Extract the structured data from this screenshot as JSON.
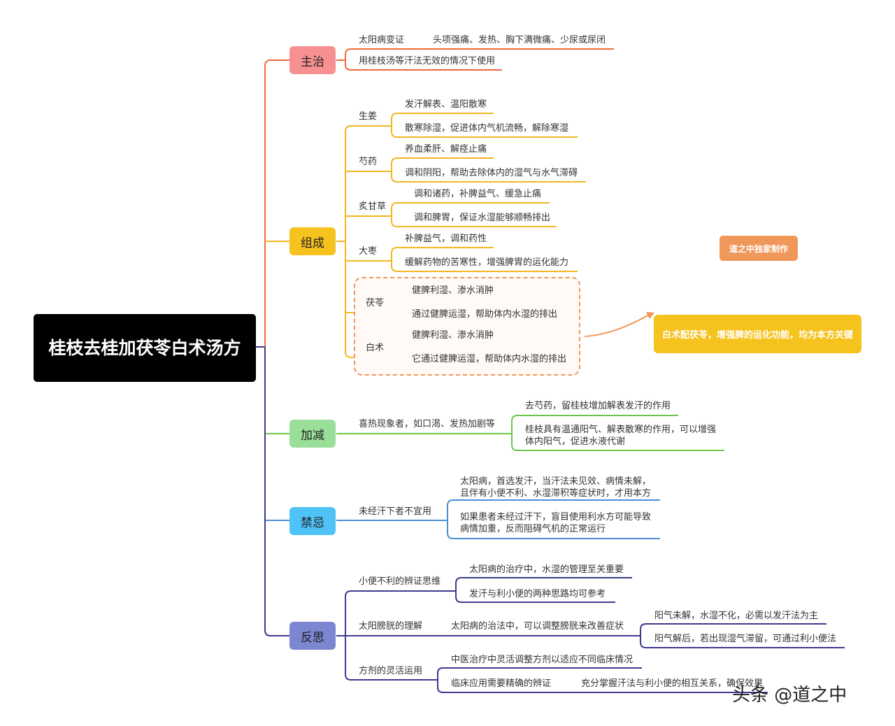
{
  "root": {
    "title": "桂枝去桂加茯苓白术汤方"
  },
  "colors": {
    "zhuzhi": "#f79090",
    "zhuzhi_line": "#ef6a3a",
    "zucheng": "#f6c21e",
    "zucheng_line": "#f4b622",
    "jiajian": "#99df99",
    "jiajian_line": "#6cc64a",
    "jinji": "#4fc3f7",
    "jinji_line": "#4a8fd6",
    "fansi": "#7c86d1",
    "fansi_line": "#3d3b8e",
    "accent": "#f0975a"
  },
  "zhuzhi": {
    "label": "主治",
    "item1_label": "太阳病变证",
    "item1_detail": "头项强痛、发热、胸下满微痛、少尿或尿闭",
    "item2_label": "用桂枝汤等汗法无效的情况下使用"
  },
  "zucheng": {
    "label": "组成",
    "herbs": [
      {
        "name": "生姜",
        "d1": "发汗解表、温阳散寒",
        "d2": "散寒除湿，促进体内气机流畅，解除寒湿"
      },
      {
        "name": "芍药",
        "d1": "养血柔肝、解痉止痛",
        "d2": "调和阴阳，帮助去除体内的湿气与水气滞碍"
      },
      {
        "name": "炙甘草",
        "d1": "调和诸药，补脾益气、缓急止痛",
        "d2": "调和脾胃，保证水湿能够顺畅排出"
      },
      {
        "name": "大枣",
        "d1": "补脾益气，调和药性",
        "d2": "缓解药物的苦寒性，增强脾胃的运化能力"
      },
      {
        "name": "茯苓",
        "d1": "健脾利湿、渗水消肿",
        "d2": "通过健脾运湿，帮助体内水湿的排出"
      },
      {
        "name": "白术",
        "d1": "健脾利湿、渗水消肿",
        "d2": "它通过健脾运湿，帮助体内水湿的排出"
      }
    ],
    "badge": "道之中独家制作",
    "callout": "白术配茯苓，增强脾的运化功能，均为本方关键"
  },
  "jiajian": {
    "label": "加减",
    "condition": "喜热现象者，如口渴、发热加剧等",
    "d1": "去芍药，留桂枝增加解表发汗的作用",
    "d2": "桂枝具有温通阳气、解表散寒的作用，可以增强体内阳气，促进水液代谢"
  },
  "jinji": {
    "label": "禁忌",
    "condition": "未经汗下者不宜用",
    "d1": "太阳病，首选发汗，当汗法未见效、病情未解，且伴有小便不利、水湿滞积等症状时，才用本方",
    "d2": "如果患者未经过汗下，盲目使用利水方可能导致病情加重，反而阻碍气机的正常运行"
  },
  "fansi": {
    "label": "反思",
    "b1": {
      "label": "小便不利的辨证思维",
      "d1": "太阳病的治疗中，水湿的管理至关重要",
      "d2": "发汗与利小便的两种思路均可参考"
    },
    "b2": {
      "label": "太阳膀胱的理解",
      "mid": "太阳病的治法中，可以调整膀胱来改善症状",
      "d1": "阳气未解，水湿不化，必需以发汗法为主",
      "d2": "阳气解后，若出现湿气滞留，可通过利小便法"
    },
    "b3": {
      "label": "方剂的灵活运用",
      "d1": "中医治疗中灵活调整方剂以适应不同临床情况",
      "d2": "临床应用需要精确的辨证",
      "d2_detail": "充分掌握汗法与利小便的相互关系，确保效果"
    }
  },
  "watermark": "头条 @道之中"
}
